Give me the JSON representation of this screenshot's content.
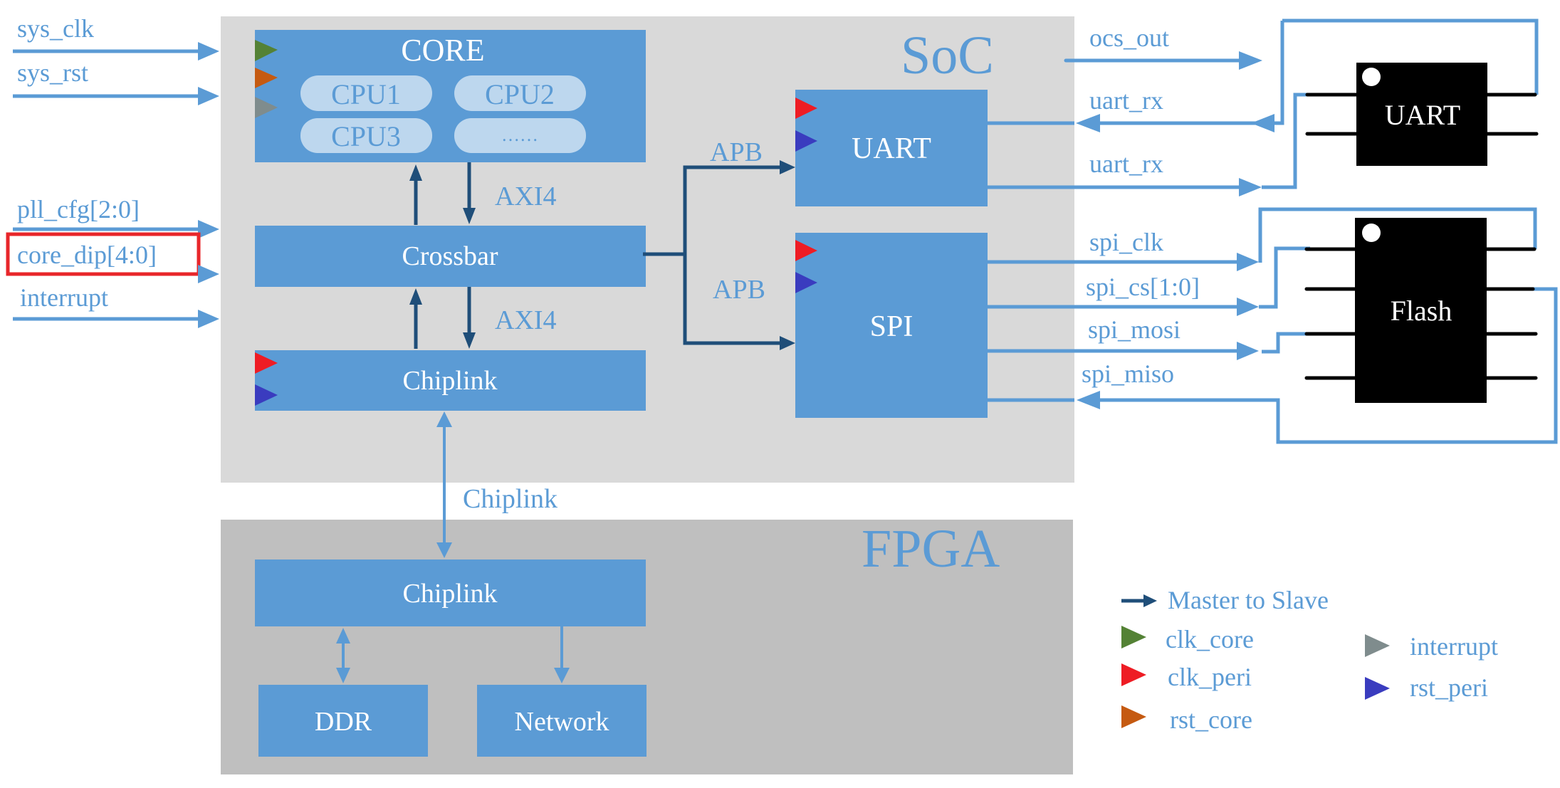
{
  "colors": {
    "block": "#5b9bd5",
    "cpu_pill": "#bdd7ee",
    "soc_bg": "#d9d9d9",
    "fpga_bg": "#bfbfbf",
    "bus": "#1f4e79",
    "highlight": "#e8262a",
    "clk_core": "#548235",
    "rst_core": "#c55a11",
    "interrupt": "#7f8c8d",
    "clk_peri": "#ee1c24",
    "rst_peri": "#3a3cbf"
  },
  "inputs": [
    {
      "label": "sys_clk"
    },
    {
      "label": "sys_rst"
    },
    {
      "label": "pll_cfg[2:0]"
    },
    {
      "label": "core_dip[4:0]",
      "highlighted": true
    },
    {
      "label": "interrupt"
    }
  ],
  "soc": {
    "title": "SoC",
    "core": {
      "title": "CORE",
      "cpus": [
        "CPU1",
        "CPU2",
        "CPU3",
        "……"
      ]
    },
    "crossbar": "Crossbar",
    "chiplink": "Chiplink",
    "uart": "UART",
    "spi": "SPI",
    "bus_labels": {
      "core_crossbar": "AXI4",
      "crossbar_chiplink": "AXI4",
      "to_uart": "APB",
      "to_spi": "APB"
    }
  },
  "link_label": "Chiplink",
  "fpga": {
    "title": "FPGA",
    "chiplink": "Chiplink",
    "ddr": "DDR",
    "network": "Network"
  },
  "outputs": [
    {
      "label": "ocs_out",
      "direction": "out"
    },
    {
      "label": "uart_rx",
      "direction": "in"
    },
    {
      "label": "uart_rx",
      "direction": "out"
    },
    {
      "label": "spi_clk",
      "direction": "out"
    },
    {
      "label": "spi_cs[1:0]",
      "direction": "out"
    },
    {
      "label": "spi_mosi",
      "direction": "out"
    },
    {
      "label": "spi_miso",
      "direction": "in"
    }
  ],
  "external_chips": {
    "uart": "UART",
    "flash": "Flash"
  },
  "legend": {
    "master_to_slave": "Master to Slave",
    "clk_core": "clk_core",
    "clk_peri": "clk_peri",
    "rst_core": "rst_core",
    "interrupt": "interrupt",
    "rst_peri": "rst_peri"
  }
}
